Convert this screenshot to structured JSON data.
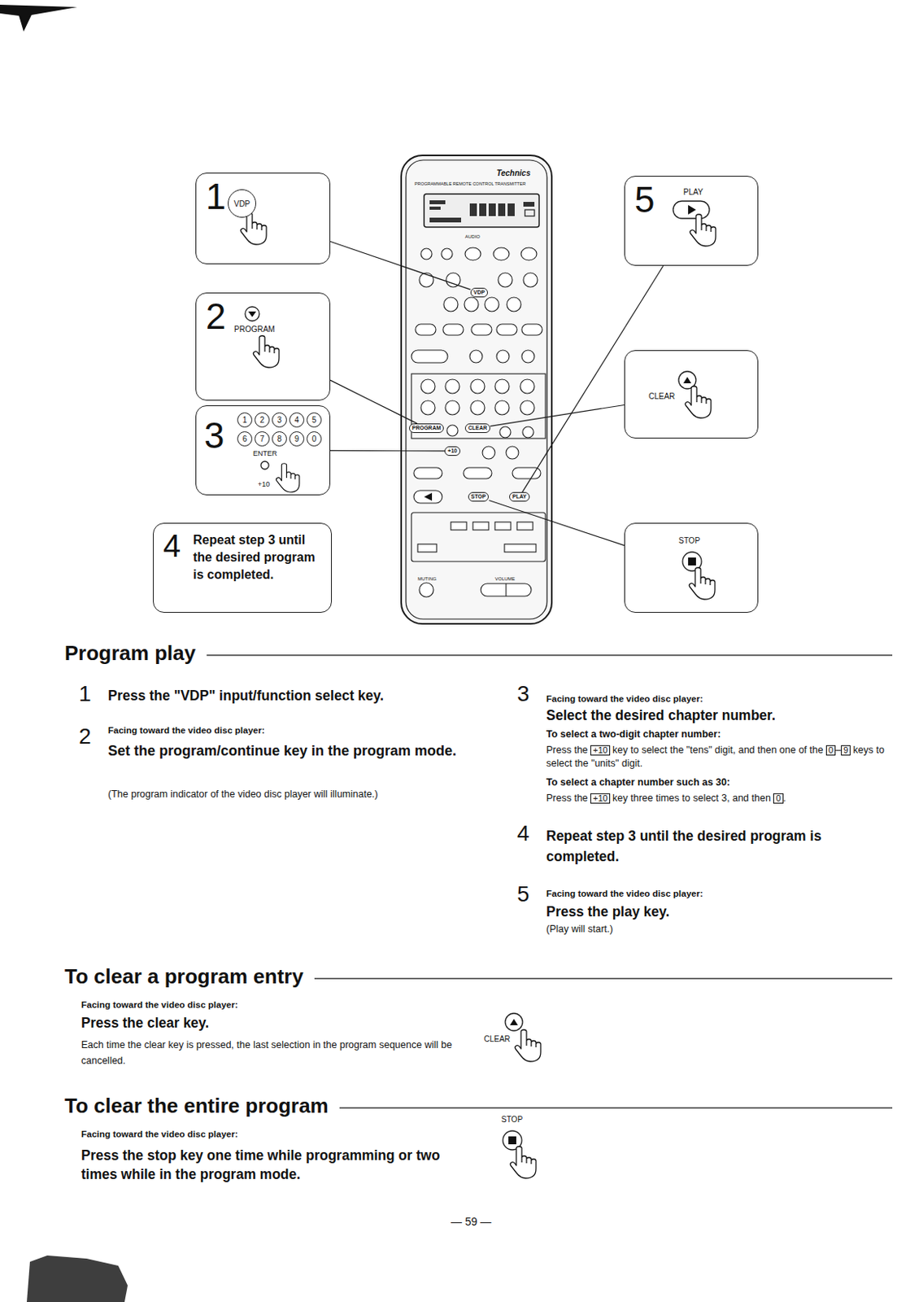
{
  "diagram": {
    "nodes": [
      {
        "text": [
          "1",
          "VDP"
        ]
      },
      {
        "text": [
          "2",
          "PROGRAM"
        ]
      },
      {
        "text": [
          "3",
          "1",
          "2",
          "3",
          "4",
          "5",
          "6",
          "7",
          "8",
          "9",
          "0",
          "ENTER",
          "+10"
        ]
      },
      {
        "text": [
          "4",
          "Repeat step 3 until the desired program is completed."
        ]
      },
      {
        "text": [
          "Technics",
          "PROGRAMMABLE REMOTE CONTROL TRANSMITTER"
        ]
      },
      {
        "text": [
          "VDP"
        ],
        "in": 4
      },
      {
        "text": [
          "PROGRAM"
        ],
        "in": 4
      },
      {
        "text": [
          "CLEAR"
        ],
        "in": 4
      },
      {
        "text": [
          "+10"
        ],
        "in": 4
      },
      {
        "text": [
          "STOP"
        ],
        "in": 4
      },
      {
        "text": [
          "PLAY"
        ],
        "in": 4
      },
      {
        "text": [
          "5",
          "PLAY"
        ]
      },
      {
        "text": [
          "CLEAR"
        ]
      },
      {
        "text": [
          "STOP"
        ]
      }
    ],
    "edges": [
      {
        "from": 0,
        "to": 5,
        "arrow": "none"
      },
      {
        "from": 1,
        "to": 6,
        "arrow": "none"
      },
      {
        "from": 2,
        "to": 8,
        "arrow": "none"
      },
      {
        "from": 11,
        "to": 10,
        "arrow": "none"
      },
      {
        "from": 12,
        "to": 7,
        "arrow": "none"
      },
      {
        "from": 13,
        "to": 9,
        "arrow": "none"
      }
    ],
    "labels": [
      "Program play",
      "1",
      "Press the \"VDP\" input/function select key.",
      "2",
      "Facing toward the video disc player:",
      "Set the program/continue key in the program mode.",
      "(The program indicator of the video disc player will illuminate.)",
      "3",
      "Facing toward the video disc player:",
      "Select the desired chapter number.",
      "To select a two-digit chapter number:",
      "Press the",
      "+10",
      "key to select the \"tens\" digit, and then one of the",
      "0",
      "–",
      "9",
      "keys to select the \"units\" digit.",
      "To select a chapter number such as 30:",
      "Press the",
      "+10",
      "key three times to select 3, and then",
      "0",
      ".",
      "4",
      "Repeat step 3 until the desired program is completed.",
      "5",
      "Facing toward the video disc player:",
      "Press the play key.",
      "(Play will start.)",
      "To clear a program entry",
      "Facing toward the video disc player:",
      "Press the clear key.",
      "Each time the clear key is pressed, the last selection in the program sequence will be cancelled.",
      "CLEAR",
      "To clear the entire program",
      "Facing toward the video disc player:",
      "Press the stop key one time while programming or two times while in the program mode.",
      "STOP",
      "— 59 —",
      "AUDIO",
      "MUTING",
      "VOLUME"
    ]
  }
}
